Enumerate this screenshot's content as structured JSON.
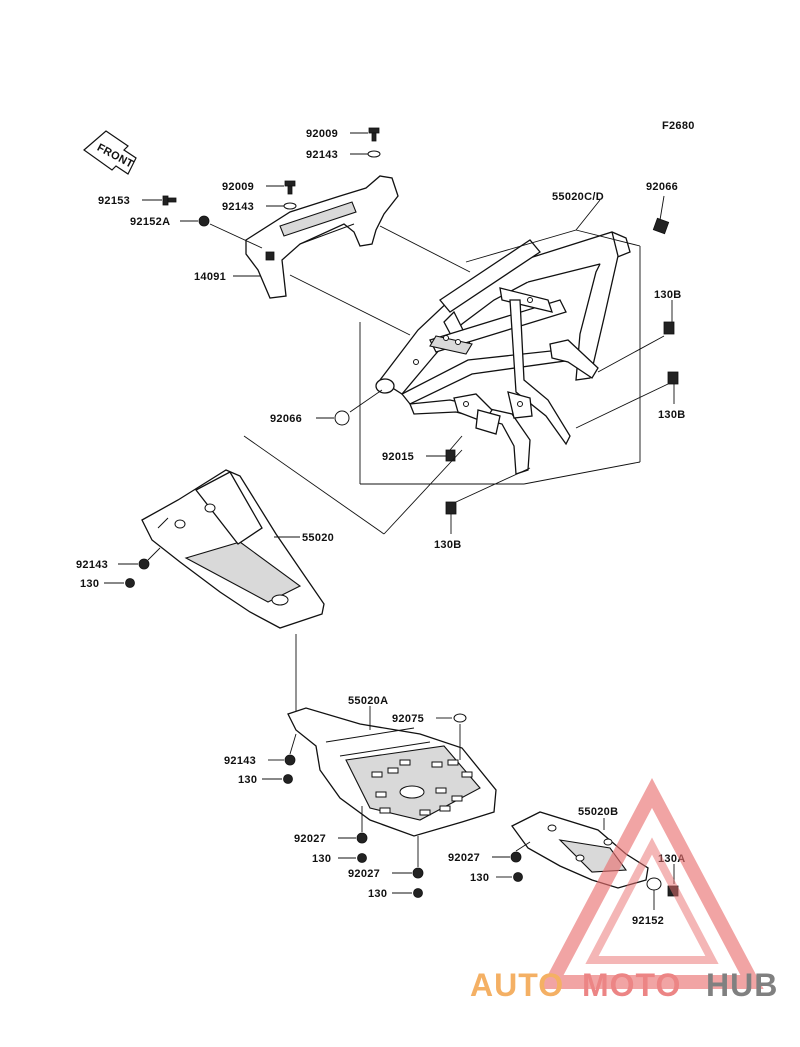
{
  "diagram": {
    "figure_code": "F2680",
    "front_arrow_text": "FRONT",
    "parts": {
      "p92009_top": "92009",
      "p92143_top": "92143",
      "p92009_mid": "92009",
      "p92143_mid": "92143",
      "p92153": "92153",
      "p92152A": "92152A",
      "p14091": "14091",
      "p55020CD": "55020C/D",
      "p92066_top": "92066",
      "p130B_a": "130B",
      "p130B_b": "130B",
      "p92066_mid": "92066",
      "p92015": "92015",
      "p130B_c": "130B",
      "p55020": "55020",
      "p92143_left": "92143",
      "p130_left": "130",
      "p55020A": "55020A",
      "p92075": "92075",
      "p92143_low": "92143",
      "p130_low": "130",
      "p92027_a": "92027",
      "p130_a": "130",
      "p92027_b": "92027",
      "p130_b": "130",
      "p55020B": "55020B",
      "p92027_c": "92027",
      "p130_c": "130",
      "p130A": "130A",
      "p92152": "92152"
    }
  },
  "watermark": {
    "part1": "AUTO",
    "part2": "MOTO",
    "part3": "HUB",
    "colors": {
      "orange": "#f3a34a",
      "red": "#e97070",
      "grey": "#6a6a6a"
    }
  }
}
